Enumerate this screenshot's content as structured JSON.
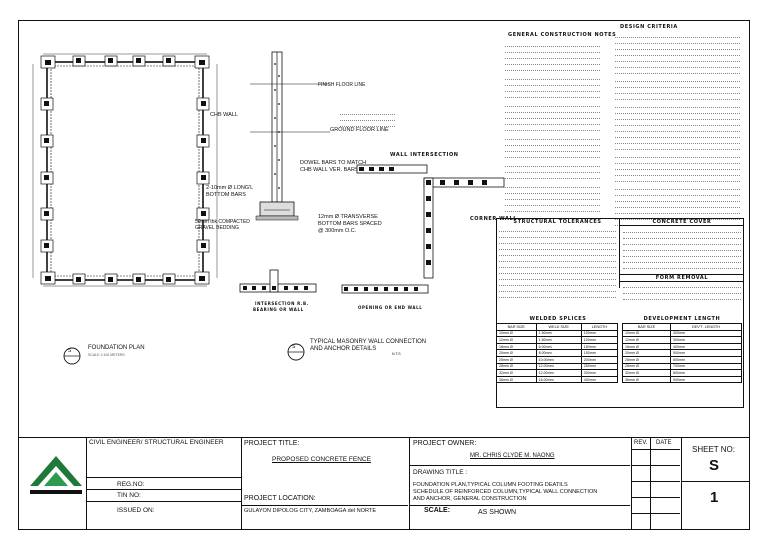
{
  "foundation_plan": {
    "title": "FOUNDATION PLAN",
    "scale": "SCALE 1:100 METERS",
    "marker": "S"
  },
  "wall_section": {
    "labels": {
      "finish_floor": "FINISH FLOOR LINE",
      "chb_wall": "CHB WALL",
      "ground_floor": "GROUND FLOOR LINE",
      "dowel": "DOWEL BARS TO MATCH",
      "dowel2": "CHB WALL VER. BARS",
      "long_bars": "2-10mm Ø LONG'L",
      "long_bars2": "BOTTOM BARS",
      "gravel": "50mm thk COMPACTED",
      "gravel2": "GRAVEL BEDDING",
      "transverse": "12mm Ø TRANSVERSE",
      "transverse2": "BOTTOM BARS SPACED",
      "transverse3": "@ 300mm O.C."
    }
  },
  "wall_intersection": {
    "title": "WALL INTERSECTION"
  },
  "corner_wall": {
    "title": "CORNER WALL"
  },
  "intersection_detail": {
    "title": "INTERSECTION R.B.",
    "title2": "BEARING OR WALL"
  },
  "opening_detail": {
    "title": "OPENING OR END WALL"
  },
  "typical_masonry": {
    "title": "TYPICAL MASONRY WALL CONNECTION",
    "title2": "AND ANCHOR DETAILS",
    "scale": "N.T.S",
    "marker": "S"
  },
  "notes": {
    "title": "GENERAL CONSTRUCTION NOTES"
  },
  "design_criteria": {
    "title": "DESIGN CRITERIA"
  },
  "tables": {
    "structural_tolerances": {
      "title": "STRUCTURAL TOLERANCES"
    },
    "concrete_cover": {
      "title": "CONCRETE COVER"
    },
    "form_removal": {
      "title": "FORM REMOVAL"
    },
    "welded_splices": {
      "title": "WELDED SPLICES",
      "headers": [
        "BAR SIZE",
        "WELD SIZE",
        "LENGTH"
      ],
      "rows": [
        [
          "10mm Ø",
          "1.50mm",
          "100mm"
        ],
        [
          "12mm Ø",
          "1.50mm",
          "100mm"
        ],
        [
          "16mm Ø",
          "6.00mm",
          "150mm"
        ],
        [
          "20mm Ø",
          "8.00mm",
          "150mm"
        ],
        [
          "25mm Ø",
          "10.00mm",
          "200mm"
        ],
        [
          "28mm Ø",
          "12.00mm",
          "250mm"
        ],
        [
          "32mm Ø",
          "12.00mm",
          "300mm"
        ],
        [
          "36mm Ø",
          "16.00mm",
          "400mm"
        ]
      ]
    },
    "development_length": {
      "title": "DEVELOPMENT LENGTH",
      "headers": [
        "BAR SIZE",
        "DEV'T. LENGTH"
      ],
      "rows": [
        [
          "10mm Ø",
          "300mm"
        ],
        [
          "12mm Ø",
          "300mm"
        ],
        [
          "16mm Ø",
          "400mm"
        ],
        [
          "20mm Ø",
          "500mm"
        ],
        [
          "25mm Ø",
          "600mm"
        ],
        [
          "28mm Ø",
          "700mm"
        ],
        [
          "32mm Ø",
          "800mm"
        ],
        [
          "36mm Ø",
          "900mm"
        ]
      ]
    }
  },
  "title_block": {
    "engineer_label": "CIVIL ENGINEER/ STRUCTURAL ENGINEER",
    "reg_label": "REG.NO:",
    "tin_label": "TIN NO:",
    "issued_label": "ISSUED ON:",
    "project_title_label": "PROJECT TITLE:",
    "project_title": "PROPOSED CONCRETE FENCE",
    "project_location_label": "PROJECT LOCATION:",
    "project_location": "GULAYON DIPOLOG CITY, ZAMBOAGA del NORTE",
    "project_owner_label": "PROJECT OWNER:",
    "project_owner": "MR. CHRIS CLYDE M. NAONG",
    "drawing_title_label": "DRAWING TITLE :",
    "drawing_title_1": "FOUNDATION PLAN,TYPICAL COLUMN FOOTING DEATILS",
    "drawing_title_2": "SCHEDULE OF REINFORCED COLUMN,TYPICAL WALL CONNECTION",
    "drawing_title_3": "AND ANCHOR, GENERAL CONSTRUCTION",
    "scale_label": "SCALE:",
    "scale_value": "AS SHOWN",
    "rev_label": "REV.",
    "date_label": "DATE",
    "sheet_label": "SHEET NO:",
    "sheet_letter": "S",
    "sheet_number": "1",
    "logo_color": "#1f7a3a"
  }
}
